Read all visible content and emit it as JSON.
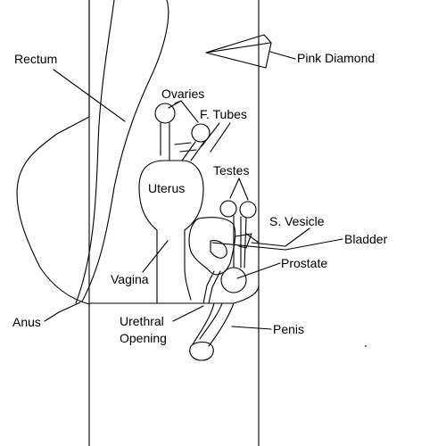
{
  "labels": {
    "rectum": "Rectum",
    "ovaries": "Ovaries",
    "f_tubes": "F. Tubes",
    "pink_diamond": "Pink Diamond",
    "uterus": "Uterus",
    "testes": "Testes",
    "s_vesicle": "S. Vesicle",
    "bladder": "Bladder",
    "prostate": "Prostate",
    "vagina": "Vagina",
    "anus": "Anus",
    "urethral_opening_line1": "Urethral",
    "urethral_opening_line2": "Opening",
    "penis": "Penis"
  },
  "colors": {
    "line": "#000000",
    "background": "#ffffff"
  }
}
